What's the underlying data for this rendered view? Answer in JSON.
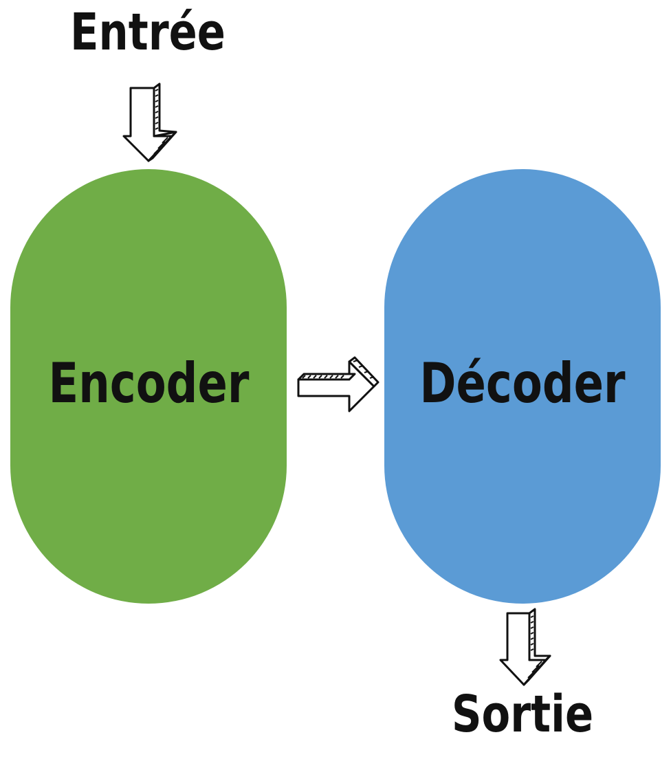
{
  "diagram": {
    "input_label": "Entrée",
    "encoder_label": "Encoder",
    "decoder_label": "Décoder",
    "output_label": "Sortie",
    "colors": {
      "encoder": "#70AD47",
      "decoder": "#5B9BD5",
      "text": "#111111",
      "arrow_stroke": "#111111",
      "arrow_fill": "#ffffff"
    },
    "icons": {
      "input_arrow": "down-arrow-icon",
      "middle_arrow": "right-arrow-icon",
      "output_arrow": "down-arrow-icon"
    }
  }
}
